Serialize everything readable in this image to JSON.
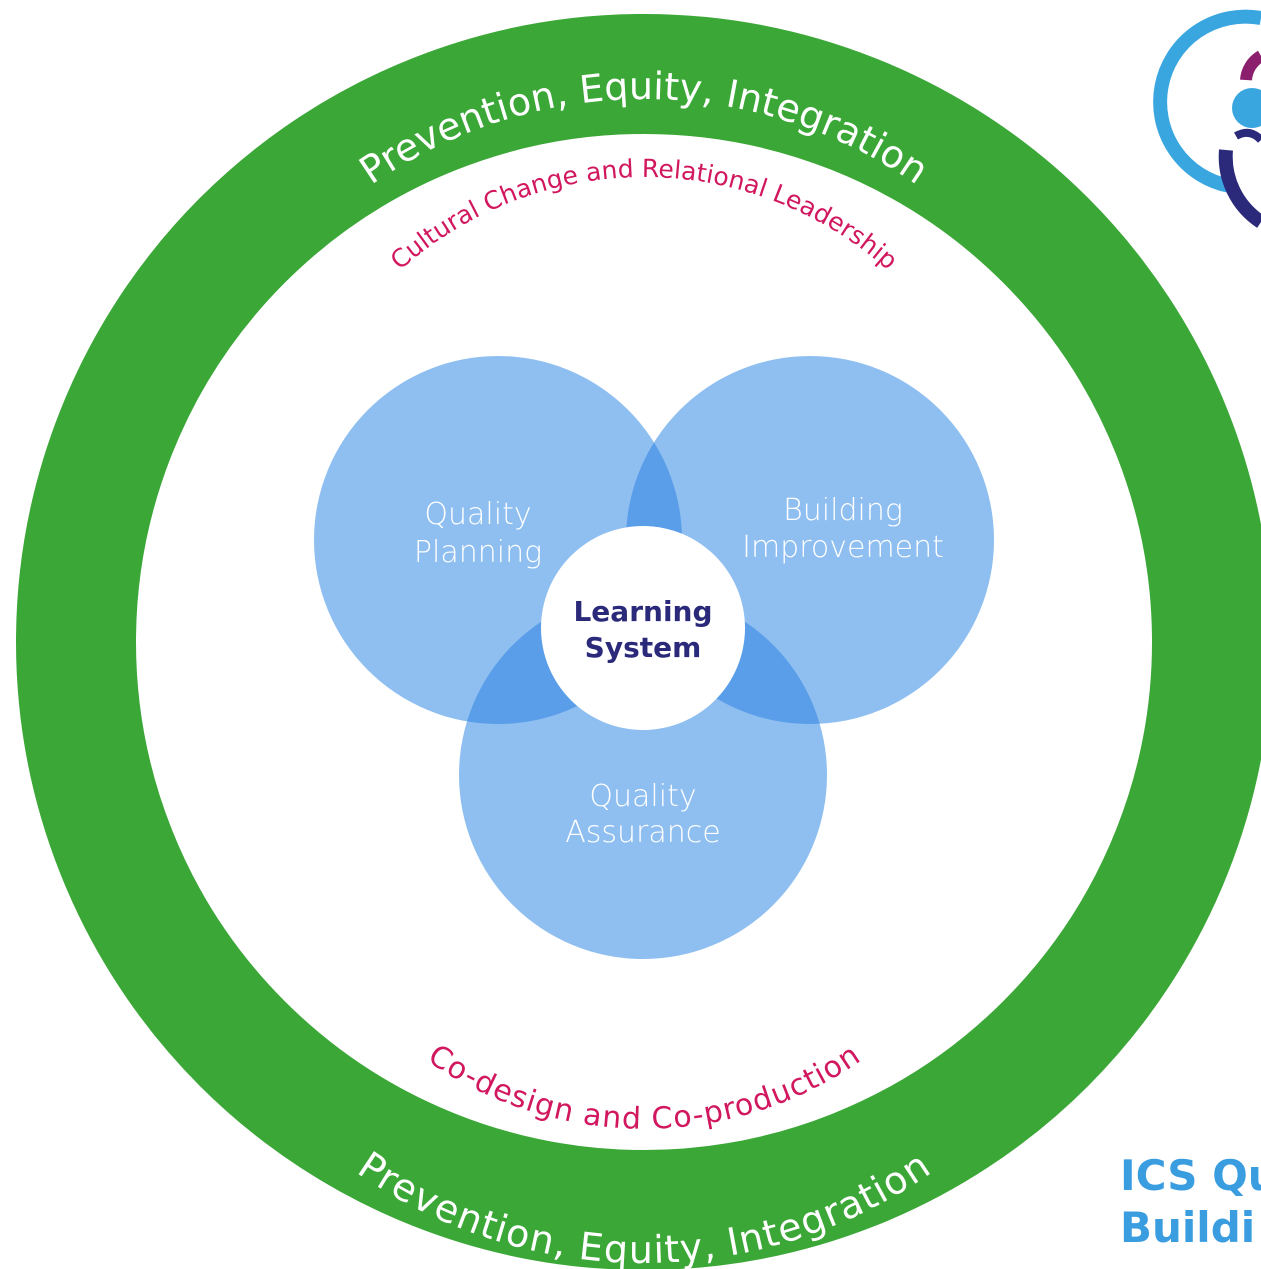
{
  "outer_ring": {
    "top_text": "Prevention, Equity, Integration",
    "bottom_text": "Prevention, Equity, Integration"
  },
  "inner_ring": {
    "top_text": "Cultural Change and Relational Leadership",
    "bottom_text": "Co-design and  Co-production"
  },
  "venn": {
    "left": {
      "line1": "Quality",
      "line2": "Planning"
    },
    "right": {
      "line1": "Building",
      "line2": "Improvement"
    },
    "bottom": {
      "line1": "Quality",
      "line2": "Assurance"
    },
    "center": {
      "line1": "Learning",
      "line2": "System"
    }
  },
  "corner_title": {
    "line1": "ICS Qu",
    "line2": "Buildi"
  },
  "colors": {
    "ring_green": "#3ba737",
    "ring_text": "#ffffff",
    "accent_pink": "#d1185f",
    "venn_fill": "#8fbff0",
    "venn_overlap": "#5a9ee9",
    "center_text": "#2b2a7a",
    "corner_title": "#3a9de0",
    "logo_blue": "#3aa6e0",
    "logo_navy": "#2b2a7a",
    "logo_purple": "#8b1f6e"
  }
}
